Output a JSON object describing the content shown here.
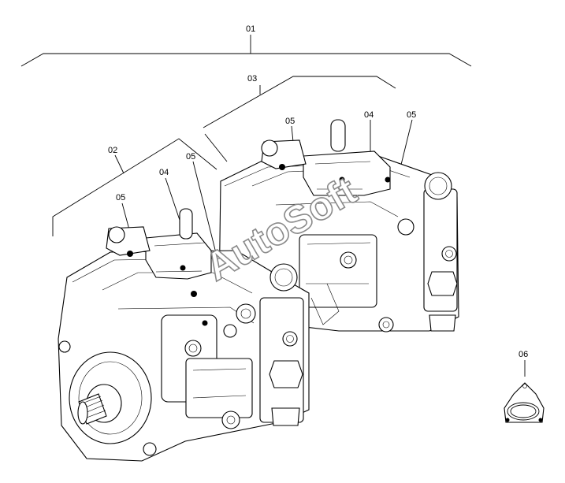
{
  "callouts": {
    "c01": "01",
    "c02": "02",
    "c03": "03",
    "c04a": "04",
    "c04b": "04",
    "c05a": "05",
    "c05b": "05",
    "c05c": "05",
    "c05d": "05",
    "c06": "06"
  },
  "watermark": "AutoSoft"
}
